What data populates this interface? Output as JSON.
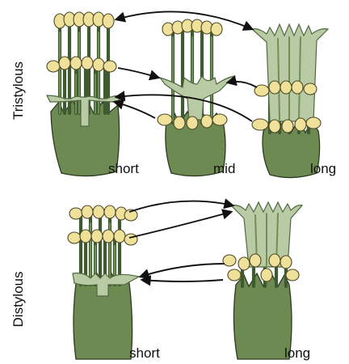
{
  "rows": [
    {
      "label": "Tristylous",
      "morphs": [
        "short",
        "mid",
        "long"
      ]
    },
    {
      "label": "Distylous",
      "morphs": [
        "short",
        "long"
      ]
    }
  ],
  "colors": {
    "calyx": "#6d8a52",
    "filament": "#3f5a30",
    "style": "#b9cba4",
    "anther": "#efe19a",
    "arrow": "#111111"
  }
}
